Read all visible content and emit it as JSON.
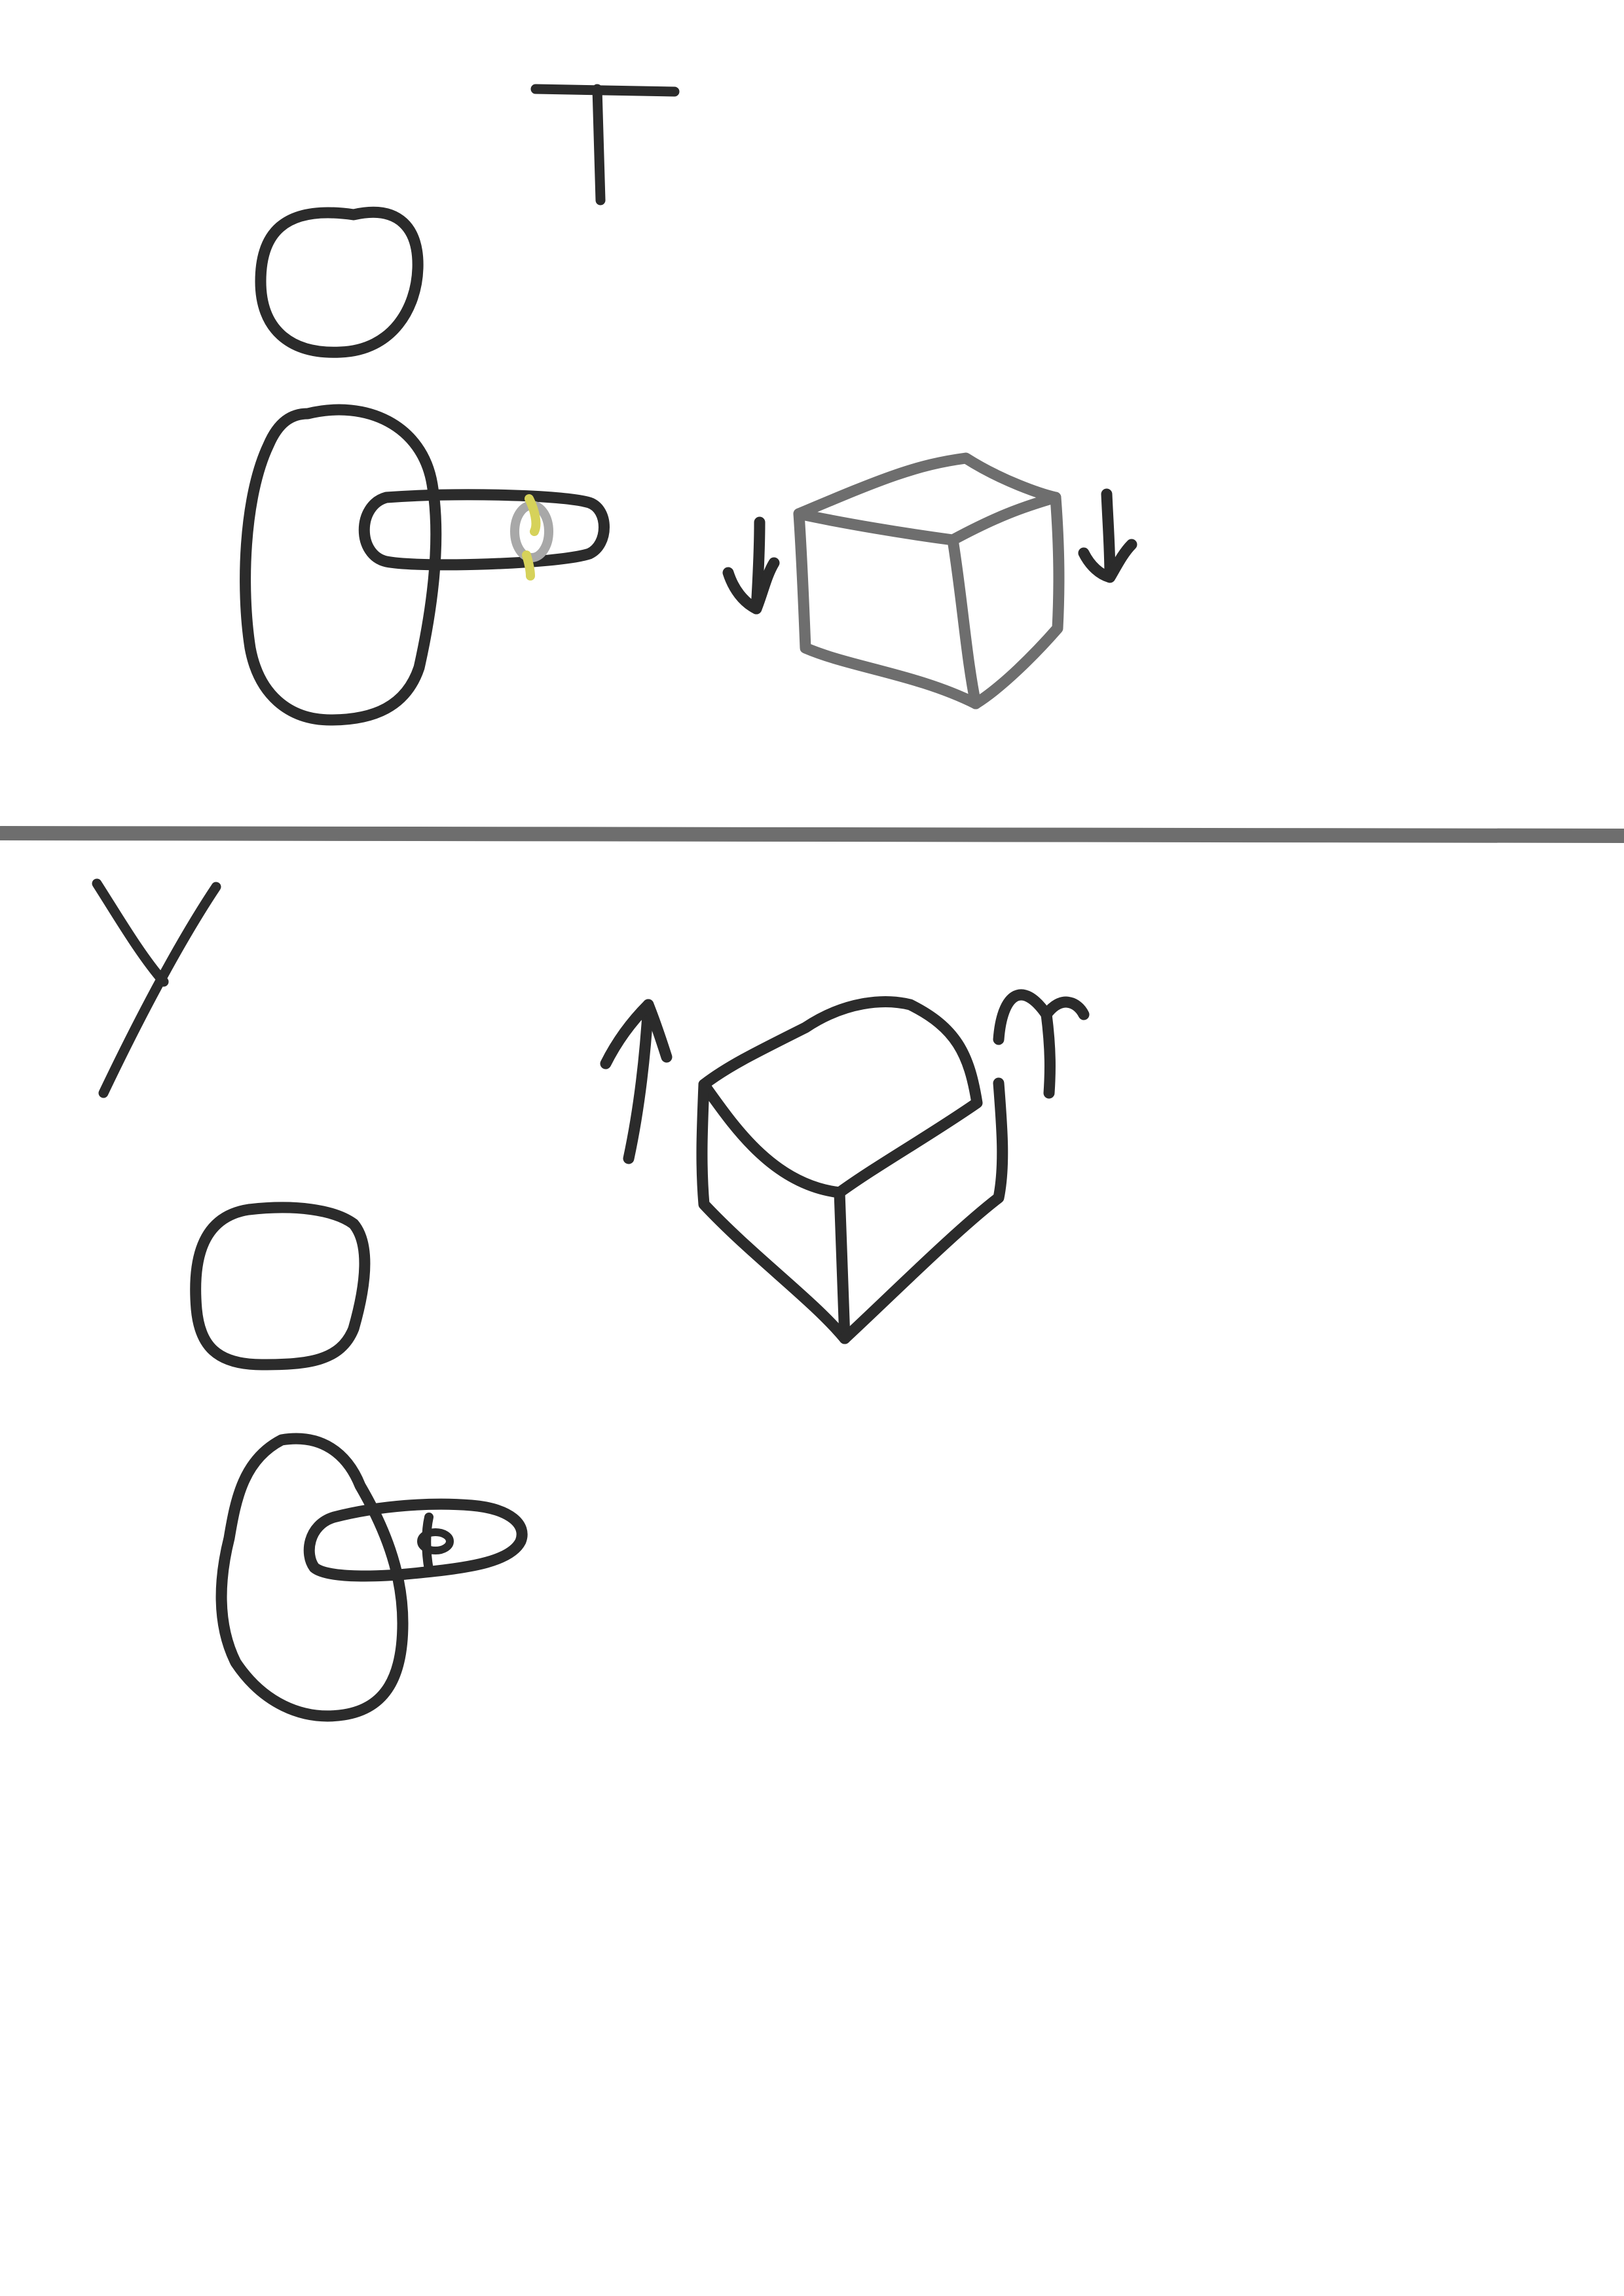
{
  "canvas": {
    "background": "#ffffff",
    "ink_color": "#2b2b2b",
    "faded_ink_color": "#6e6e6e",
    "highlight_color": "#d6d25a"
  },
  "panels": [
    {
      "id": "top",
      "letter": "T",
      "figure": "person-holding-out-hand-with-ring",
      "object": "cube",
      "object_style": "faded",
      "arrows": [
        "down",
        "down"
      ]
    },
    {
      "id": "bottom",
      "letter": "y",
      "figure": "person-holding-out-hand-with-ring",
      "object": "cube",
      "object_style": "solid",
      "arrows": [
        "up",
        "up"
      ]
    }
  ]
}
